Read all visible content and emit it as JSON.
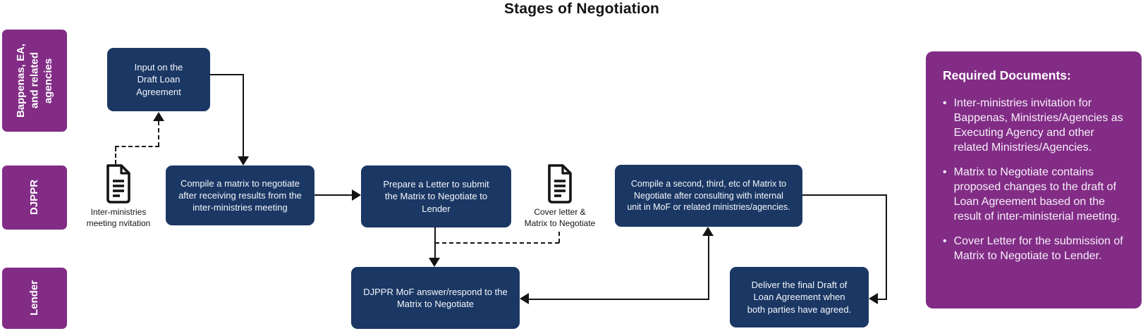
{
  "title": "Stages of Negotiation",
  "lanes": [
    {
      "label": "Bappenas, EA,\nand related\nagencies"
    },
    {
      "label": "DJPPR"
    },
    {
      "label": "Lender"
    }
  ],
  "boxes": {
    "input_draft": "Input on the\nDraft Loan\nAgreement",
    "compile_matrix": "Compile a matrix to negotiate\nafter receiving results from the\ninter-ministries meeting",
    "prepare_letter": "Prepare a Letter to submit\nthe Matrix to Negotiate to\nLender",
    "compile_second": "Compile a second, third, etc of Matrix to\nNegotiate after consulting with internal\nunit in MoF or related ministries/agencies.",
    "answer_matrix": "DJPPR MoF answer/respond to the\nMatrix to Negotiate",
    "deliver_final": "Deliver the final Draft of\nLoan Agreement when\nboth parties have agreed."
  },
  "documents": [
    {
      "icon": "document-icon",
      "label": "Inter-ministries\nmeeting nvitation"
    },
    {
      "icon": "document-icon",
      "label": "Cover letter &\nMatrix to Negotiate"
    }
  ],
  "required_documents": {
    "heading": "Required Documents:",
    "bullets": [
      "Inter-ministries invitation for Bappenas, Ministries/Agencies as Executing Agency and other related Ministries/Agencies.",
      "Matrix to Negotiate contains proposed changes to the draft of Loan Agreement based on the result of inter-ministerial meeting.",
      "Cover Letter for the submission of Matrix to Negotiate to Lender."
    ],
    "bullet_char": "•"
  },
  "colors": {
    "navy": "#1B3764",
    "purple": "#822C86",
    "line": "#141414",
    "background": "#FFFFFF"
  }
}
